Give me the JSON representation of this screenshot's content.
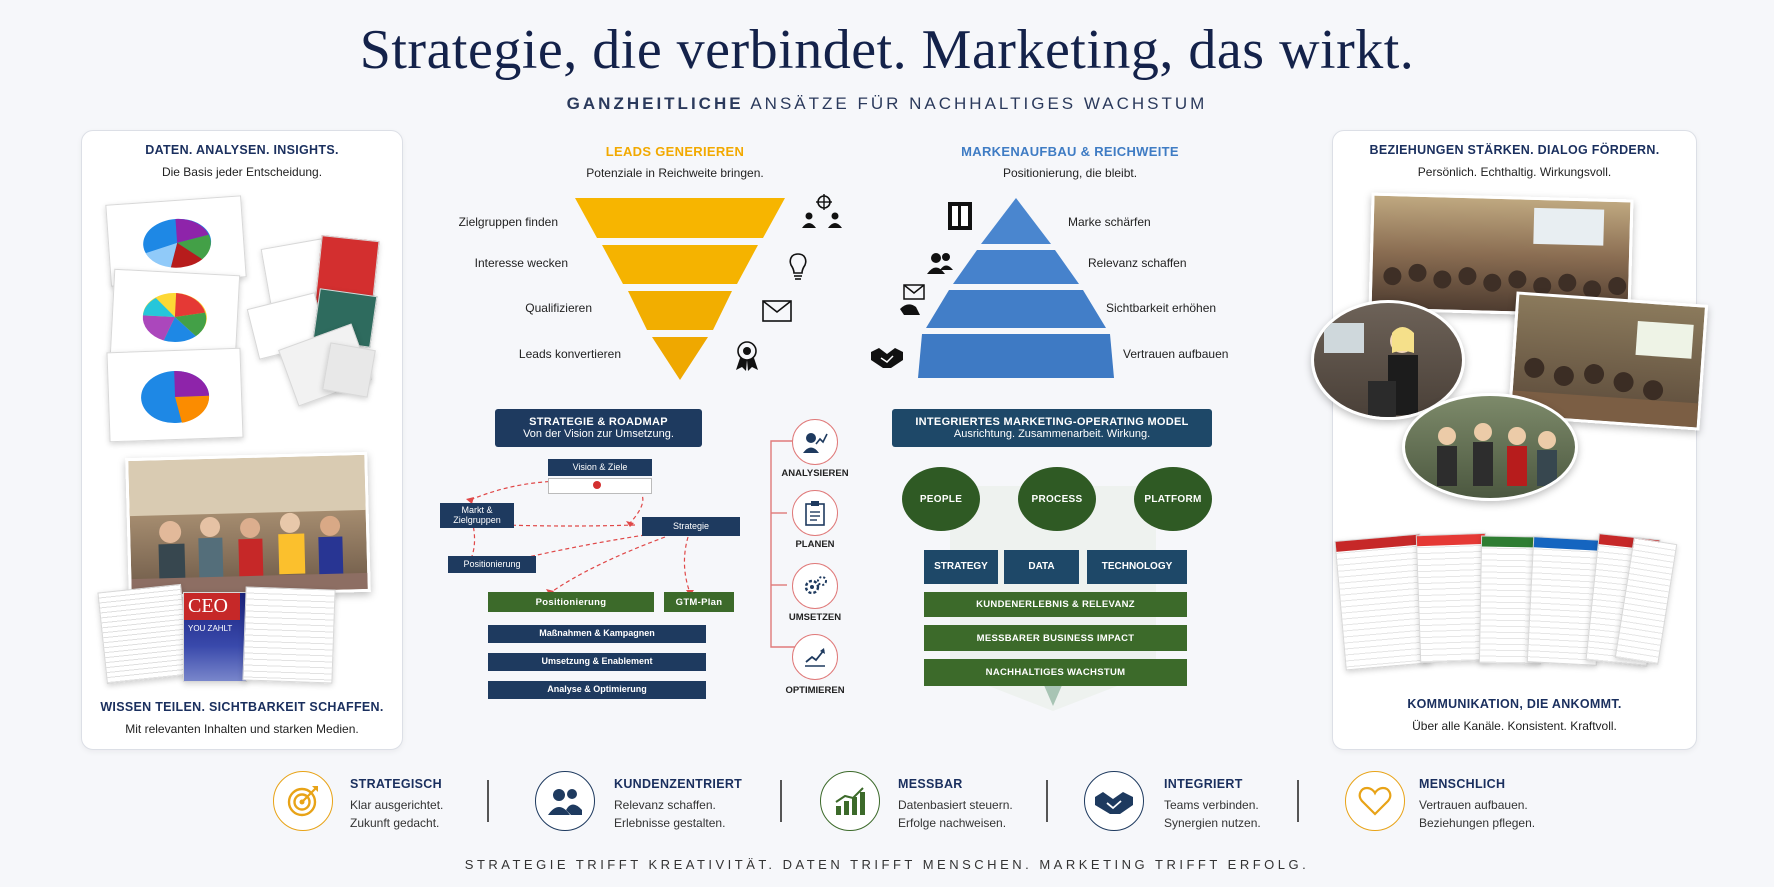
{
  "hero": {
    "title": "Strategie, die verbindet. Marketing, das wirkt.",
    "sub_bold": "GANZHEITLICHE",
    "sub_rest": " ANSÄTZE FÜR NACHHALTIGES WACHSTUM"
  },
  "left_card": {
    "top_head": "DATEN. ANALYSEN. INSIGHTS.",
    "top_sub": "Die Basis jeder Entscheidung.",
    "bottom_head": "WISSEN TEILEN. SICHTBARKEIT SCHAFFEN.",
    "bottom_sub": "Mit relevanten Inhalten und starken Medien.",
    "magazine_title": "CEO",
    "magazine_sub": "YOU ZAHLT"
  },
  "right_card": {
    "top_head": "BEZIEHUNGEN STÄRKEN. DIALOG FÖRDERN.",
    "top_sub": "Persönlich. Echthaltig. Wirkungsvoll.",
    "bottom_head": "KOMMUNIKATION, DIE ANKOMMT.",
    "bottom_sub": "Über alle Kanäle. Konsistent. Kraftvoll."
  },
  "leads": {
    "title": "LEADS GENERIEREN",
    "sub": "Potenziale in Reichweite bringen.",
    "color": "#f2b705",
    "steps": [
      "Zielgruppen finden",
      "Interesse wecken",
      "Qualifizieren",
      "Leads konvertieren"
    ]
  },
  "brand": {
    "title": "MARKENAUFBAU & REICHWEITE",
    "sub": "Positionierung, die bleibt.",
    "color": "#3f7cc4",
    "steps": [
      "Marke schärfen",
      "Relevanz schaffen",
      "Sichtbarkeit erhöhen",
      "Vertrauen aufbauen"
    ]
  },
  "roadmap": {
    "title": "STRATEGIE & ROADMAP",
    "sub": "Von der Vision zur Umsetzung.",
    "vision": "Vision & Ziele",
    "markt": "Markt & Zielgruppen",
    "strategie": "Strategie",
    "positionierung_small": "Positionierung",
    "positionierung": "Positionierung",
    "gtm": "GTM-Plan",
    "massnahmen": "Maßnahmen & Kampagnen",
    "umsetzung": "Umsetzung & Enablement",
    "analyse": "Analyse & Optimierung",
    "cycle": [
      "ANALYSIEREN",
      "PLANEN",
      "UMSETZEN",
      "OPTIMIEREN"
    ]
  },
  "operating": {
    "title": "INTEGRIERTES MARKETING-OPERATING MODEL",
    "sub": "Ausrichtung. Zusammenarbeit. Wirkung.",
    "ovals": [
      "PEOPLE",
      "PROCESS",
      "PLATFORM"
    ],
    "pillars": [
      "STRATEGY",
      "DATA",
      "TECHNOLOGY"
    ],
    "layers": [
      "KUNDENERLEBNIS & RELEVANZ",
      "MESSBARER BUSINESS IMPACT",
      "NACHHALTIGES WACHSTUM"
    ]
  },
  "features": [
    {
      "title": "STRATEGISCH",
      "l1": "Klar ausgerichtet.",
      "l2": "Zukunft gedacht.",
      "icon": "target-icon",
      "color": "#e8a317"
    },
    {
      "title": "KUNDENZENTRIERT",
      "l1": "Relevanz schaffen.",
      "l2": "Erlebnisse gestalten.",
      "icon": "users-icon",
      "color": "#1e3a5f"
    },
    {
      "title": "MESSBAR",
      "l1": "Datenbasiert steuern.",
      "l2": "Erfolge nachweisen.",
      "icon": "growth-chart-icon",
      "color": "#3c6a2a"
    },
    {
      "title": "INTEGRIERT",
      "l1": "Teams verbinden.",
      "l2": "Synergien nutzen.",
      "icon": "handshake-icon",
      "color": "#1e3a5f"
    },
    {
      "title": "MENSCHLICH",
      "l1": "Vertrauen aufbauen.",
      "l2": "Beziehungen pflegen.",
      "icon": "heart-icon",
      "color": "#e8a317"
    }
  ],
  "footer": "STRATEGIE TRIFFT KREATIVITÄT. DATEN TRIFFT MENSCHEN. MARKETING TRIFFT ERFOLG."
}
